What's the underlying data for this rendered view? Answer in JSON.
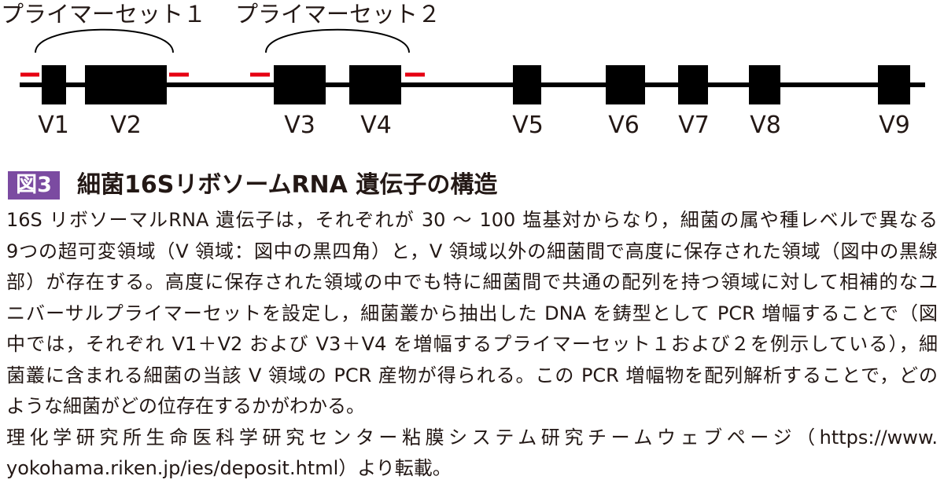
{
  "diagram": {
    "primer_sets": [
      {
        "label": "プライマーセット１"
      },
      {
        "label": "プライマーセット２"
      }
    ],
    "regions": [
      "V1",
      "V2",
      "V3",
      "V4",
      "V5",
      "V6",
      "V7",
      "V8",
      "V9"
    ]
  },
  "caption": {
    "figure_number": "図3",
    "title": "細菌16SリボソームRNA 遺伝子の構造",
    "body_lines": [
      "16S リボソーマルRNA 遺伝子は，それぞれが 30 〜 100 塩基対からなり，細菌の属や種レベルで異なる",
      "9つの超可変領域（V 領域：図中の黒四角）と，V 領域以外の細菌間で高度に保存された領域（図中の黒線",
      "部）が存在する。高度に保存された領域の中でも特に細菌間で共通の配列を持つ領域に対して相補的なユ",
      "ニバーサルプライマーセットを設定し，細菌叢から抽出した DNA を鋳型として PCR 増幅することで（図",
      "中では，それぞれ V1＋V2 および V3＋V4 を増幅するプライマーセット１および２を例示している），細",
      "菌叢に含まれる細菌の当該 V 領域の PCR 産物が得られる。この PCR 増幅物を配列解析することで，どの",
      "ような細菌がどの位存在するかがわかる。"
    ],
    "source_lines": [
      "理化学研究所生命医科学研究センター粘膜システム研究チームウェブページ（https://www.",
      "yokohama.riken.jp/ies/deposit.html）より転載。"
    ]
  },
  "colors": {
    "primer_marker": "#e60012",
    "gene_line": "#000000",
    "variable_region": "#000000",
    "figure_badge": "#7b4ba1",
    "text": "#231815"
  }
}
